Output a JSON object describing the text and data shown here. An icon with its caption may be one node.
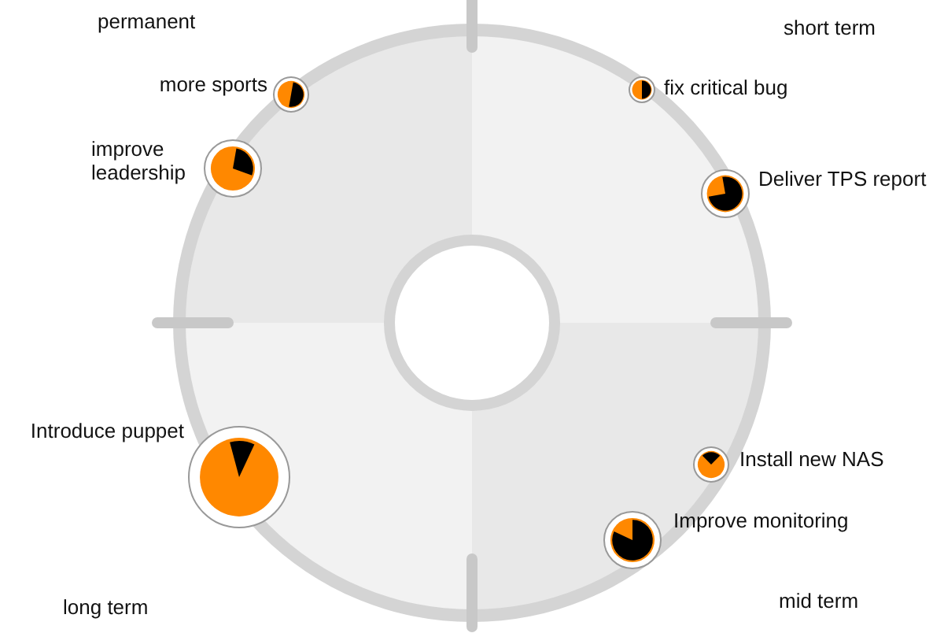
{
  "diagram": {
    "nodes": [
      {
        "text": [
          "more sports"
        ]
      },
      {
        "text": [
          "improve leadership"
        ]
      },
      {
        "text": [
          "fix critical bug"
        ]
      },
      {
        "text": [
          "Deliver TPS report"
        ]
      },
      {
        "text": [
          "Introduce puppet"
        ]
      },
      {
        "text": [
          "Install new NAS"
        ]
      },
      {
        "text": [
          "Improve monitoring"
        ]
      }
    ],
    "labels": [
      "permanent",
      "short term",
      "long term",
      "mid term"
    ]
  }
}
